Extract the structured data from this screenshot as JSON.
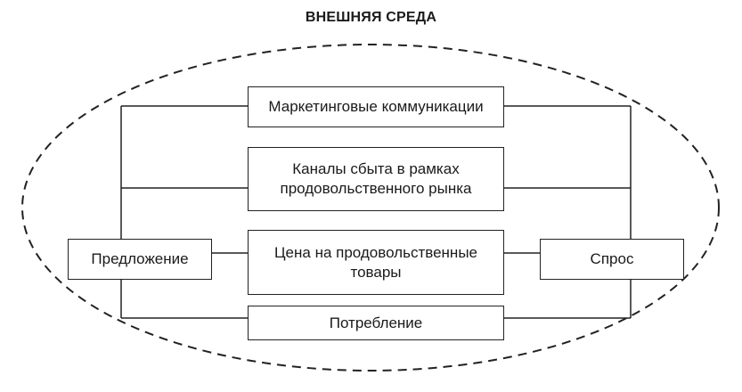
{
  "diagram": {
    "title": "ВНЕШНЯЯ СРЕДА",
    "nodes": {
      "marketing": "Маркетинговые коммуникации",
      "channels": "Каналы сбыта в рамках продовольственного рынка",
      "price": "Цена на продовольственные товары",
      "consumption": "Потребление",
      "supply": "Предложение",
      "demand": "Спрос"
    },
    "edges": [
      {
        "from": "supply",
        "to": "marketing"
      },
      {
        "from": "supply",
        "to": "channels"
      },
      {
        "from": "supply",
        "to": "price"
      },
      {
        "from": "supply",
        "to": "consumption"
      },
      {
        "from": "marketing",
        "to": "demand"
      },
      {
        "from": "channels",
        "to": "demand"
      },
      {
        "from": "price",
        "to": "demand"
      },
      {
        "from": "consumption",
        "to": "demand"
      }
    ],
    "colors": {
      "line": "#222222",
      "background": "#ffffff"
    }
  }
}
